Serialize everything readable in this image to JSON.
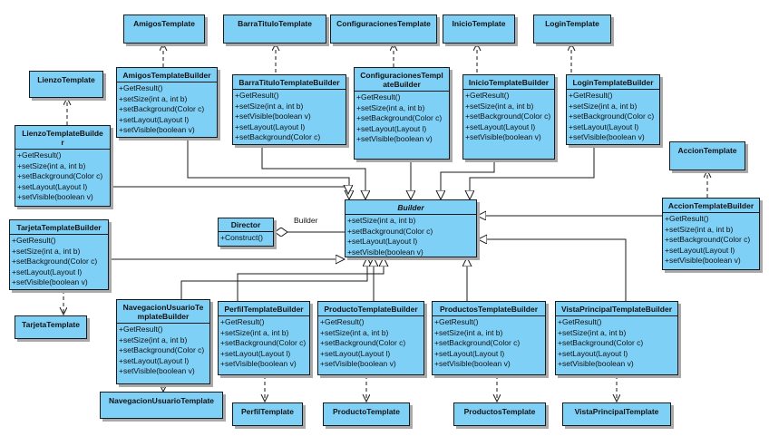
{
  "templates": {
    "amigos": "AmigosTemplate",
    "barra": "BarraTituloTemplate",
    "config": "ConfiguracionesTemplate",
    "inicio": "InicioTemplate",
    "login": "LoginTemplate",
    "lienzo": "LienzoTemplate",
    "accion": "AccionTemplate",
    "tarjeta": "TarjetaTemplate",
    "nav": "NavegacionUsuarioTemplate",
    "perfil": "PerfilTemplate",
    "producto": "ProductoTemplate",
    "productos": "ProductosTemplate",
    "vista": "VistaPrincipalTemplate"
  },
  "builders": {
    "amigos": {
      "name": "AmigosTemplateBuilder",
      "ops": [
        "+GetResult()",
        "+setSize(int a, int b)",
        "+setBackground(Color c)",
        "+setLayout(Layout l)",
        "+setVisible(boolean v)"
      ]
    },
    "barra": {
      "name": "BarraTituloTemplateBuilder",
      "ops": [
        "+GetResult()",
        "+setSize(int a, int b)",
        "+setVisible(boolean v)",
        "+setLayout(Layout l)",
        "+setBackground(Color c)"
      ]
    },
    "config": {
      "name": "ConfiguracionesTemplateBuilder",
      "ops": [
        "+GetResult()",
        "+setSize(int a, int b)",
        "+setBackground(Color c)",
        "+setLayout(Layout l)",
        "+setVisible(boolean v)"
      ]
    },
    "inicio": {
      "name": "InicioTemplateBuilder",
      "ops": [
        "+GetResult()",
        "+setSize(int a, int b)",
        "+setBackground(Color c)",
        "+setLayout(Layout l)",
        "+setVisible(boolean v)"
      ]
    },
    "login": {
      "name": "LoginTemplateBuilder",
      "ops": [
        "+GetResult()",
        "+setSize(int a, int b)",
        "+setBackground(Color c)",
        "+setLayout(Layout l)",
        "+setVisible(boolean v)"
      ]
    },
    "lienzo": {
      "name": "LienzoTemplateBuilder",
      "ops": [
        "+GetResult()",
        "+setSize(int a, int b)",
        "+setBackground(Color c)",
        "+setLayout(Layout l)",
        "+setVisible(boolean v)"
      ]
    },
    "accion": {
      "name": "AccionTemplateBuilder",
      "ops": [
        "+GetResult()",
        "+setSize(int a, int b)",
        "+setBackground(Color c)",
        "+setLayout(Layout l)",
        "+setVisible(boolean v)"
      ]
    },
    "tarjeta": {
      "name": "TarjetaTemplateBuilder",
      "ops": [
        "+GetResult()",
        "+setSize(int a, int b)",
        "+setBackground(Color c)",
        "+setLayout(Layout l)",
        "+setVisible(boolean v)"
      ]
    },
    "nav": {
      "name": "NavegacionUsuarioTemplateBuilder",
      "ops": [
        "+GetResult()",
        "+setSize(int a, int b)",
        "+setBackground(Color c)",
        "+setLayout(Layout l)",
        "+setVisible(boolean v)"
      ]
    },
    "perfil": {
      "name": "PerfilTemplateBuilder",
      "ops": [
        "+GetResult()",
        "+setSize(int a, int b)",
        "+setBackground(Color c)",
        "+setLayout(Layout l)",
        "+setVisible(boolean v)"
      ]
    },
    "producto": {
      "name": "ProductoTemplateBuilder",
      "ops": [
        "+GetResult()",
        "+setSize(int a, int b)",
        "+setBackground(Color c)",
        "+setLayout(Layout l)",
        "+setVisible(boolean v)"
      ]
    },
    "productos": {
      "name": "ProductosTemplateBuilder",
      "ops": [
        "+GetResult()",
        "+setSize(int a, int b)",
        "+setBackground(Color c)",
        "+setLayout(Layout l)",
        "+setVisible(boolean v)"
      ]
    },
    "vista": {
      "name": "VistaPrincipalTemplateBuilder",
      "ops": [
        "+GetResult()",
        "+setSize(int a, int b)",
        "+setBackground(Color c)",
        "+setLayout(Layout l)",
        "+setVisible(boolean v)"
      ]
    }
  },
  "builder": {
    "name": "Builder",
    "ops": [
      "+setSize(int a, int b)",
      "+setBackground(Color c)",
      "+setLayout(Layout l)",
      "+setVisible(boolean v)"
    ]
  },
  "director": {
    "name": "Director",
    "ops": [
      "+Construct()"
    ]
  },
  "association_label": "Builder",
  "colors": {
    "class_fill": "#7fd0f7",
    "border": "#1a1a1a",
    "shadow": "#a9a9a9"
  }
}
